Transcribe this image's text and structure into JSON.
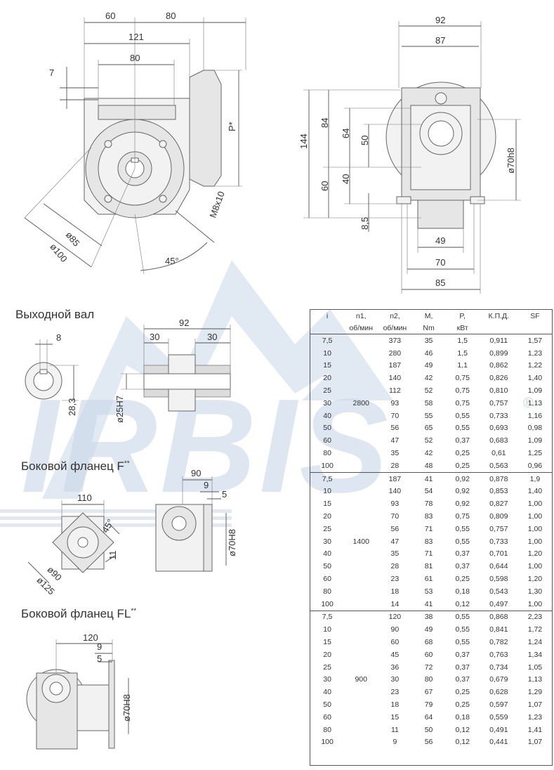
{
  "watermark": {
    "text": "IRBIS",
    "color": "#c9d7e8"
  },
  "top_left_dims": {
    "d60": "60",
    "d80a": "80",
    "d121": "121",
    "d80b": "80",
    "d7": "7",
    "p_star": "P*",
    "m8x10": "M8x10",
    "d85": "ø85",
    "d100": "ø100",
    "a45": "45°"
  },
  "top_right_dims": {
    "d92": "92",
    "d87": "87",
    "d144": "144",
    "d84": "84",
    "d64": "64",
    "d50": "50",
    "d60": "60",
    "d40": "40",
    "d8_5": "8,5",
    "d70h8": "ø70h8",
    "d49": "49",
    "d70": "70",
    "d85": "85"
  },
  "shaft": {
    "title": "Выходной вал",
    "d8": "8",
    "d92": "92",
    "d30a": "30",
    "d30b": "30",
    "d28_3": "28,3",
    "d25h7": "ø25H7"
  },
  "flange_f": {
    "title": "Боковой фланец F",
    "sup": "**",
    "d90": "90",
    "d9": "9",
    "d5": "5",
    "d110": "110",
    "a45": "45°",
    "d11": "11",
    "d70h8": "ø70H8",
    "d90b": "ø90",
    "d125": "ø125"
  },
  "flange_fl": {
    "title": "Боковой фланец FL",
    "sup": "**",
    "d120": "120",
    "d9": "9",
    "d5": "5",
    "d70h8": "ø70H8"
  },
  "table": {
    "headers": [
      [
        "i",
        ""
      ],
      [
        "n1,",
        "об/мин"
      ],
      [
        "n2,",
        "об/мин"
      ],
      [
        "M,",
        "Nm"
      ],
      [
        "P,",
        "кВт"
      ],
      [
        "К.П.Д.",
        ""
      ],
      [
        "SF",
        ""
      ]
    ],
    "groups": [
      {
        "n1": "2800",
        "rows": [
          [
            "7,5",
            "373",
            "35",
            "1,5",
            "0,911",
            "1,57"
          ],
          [
            "10",
            "280",
            "46",
            "1,5",
            "0,899",
            "1,23"
          ],
          [
            "15",
            "187",
            "49",
            "1,1",
            "0,862",
            "1,22"
          ],
          [
            "20",
            "140",
            "42",
            "0,75",
            "0,826",
            "1,40"
          ],
          [
            "25",
            "112",
            "52",
            "0,75",
            "0,810",
            "1,09"
          ],
          [
            "30",
            "93",
            "58",
            "0,75",
            "0,757",
            "1,13"
          ],
          [
            "40",
            "70",
            "55",
            "0,55",
            "0,733",
            "1,16"
          ],
          [
            "50",
            "56",
            "65",
            "0,55",
            "0,693",
            "0,98"
          ],
          [
            "60",
            "47",
            "52",
            "0,37",
            "0,683",
            "1,09"
          ],
          [
            "80",
            "35",
            "42",
            "0,25",
            "0,61",
            "1,25"
          ],
          [
            "100",
            "28",
            "48",
            "0,25",
            "0,563",
            "0,96"
          ]
        ]
      },
      {
        "n1": "1400",
        "rows": [
          [
            "7,5",
            "187",
            "41",
            "0,92",
            "0,878",
            "1,9"
          ],
          [
            "10",
            "140",
            "54",
            "0,92",
            "0,853",
            "1,40"
          ],
          [
            "15",
            "93",
            "78",
            "0,92",
            "0,827",
            "1,00"
          ],
          [
            "20",
            "70",
            "83",
            "0,75",
            "0,809",
            "1,00"
          ],
          [
            "25",
            "56",
            "71",
            "0,55",
            "0,757",
            "1,00"
          ],
          [
            "30",
            "47",
            "83",
            "0,55",
            "0,733",
            "1,00"
          ],
          [
            "40",
            "35",
            "71",
            "0,37",
            "0,701",
            "1,20"
          ],
          [
            "50",
            "28",
            "81",
            "0,37",
            "0,644",
            "1,00"
          ],
          [
            "60",
            "23",
            "61",
            "0,25",
            "0,598",
            "1,20"
          ],
          [
            "80",
            "18",
            "53",
            "0,18",
            "0,543",
            "1,30"
          ],
          [
            "100",
            "14",
            "41",
            "0,12",
            "0,497",
            "1,00"
          ]
        ]
      },
      {
        "n1": "900",
        "rows": [
          [
            "7,5",
            "120",
            "38",
            "0,55",
            "0,868",
            "2,23"
          ],
          [
            "10",
            "90",
            "49",
            "0,55",
            "0,841",
            "1,72"
          ],
          [
            "15",
            "60",
            "68",
            "0,55",
            "0,782",
            "1,24"
          ],
          [
            "20",
            "45",
            "60",
            "0,37",
            "0,763",
            "1,34"
          ],
          [
            "25",
            "36",
            "72",
            "0,37",
            "0,734",
            "1,05"
          ],
          [
            "30",
            "30",
            "80",
            "0,37",
            "0,679",
            "1,13"
          ],
          [
            "40",
            "23",
            "67",
            "0,25",
            "0,628",
            "1,29"
          ],
          [
            "50",
            "18",
            "79",
            "0,25",
            "0,597",
            "1,07"
          ],
          [
            "60",
            "15",
            "64",
            "0,18",
            "0,559",
            "1,23"
          ],
          [
            "80",
            "11",
            "50",
            "0,12",
            "0,491",
            "1,41"
          ],
          [
            "100",
            "9",
            "56",
            "0,12",
            "0,441",
            "1,07"
          ]
        ]
      }
    ]
  }
}
